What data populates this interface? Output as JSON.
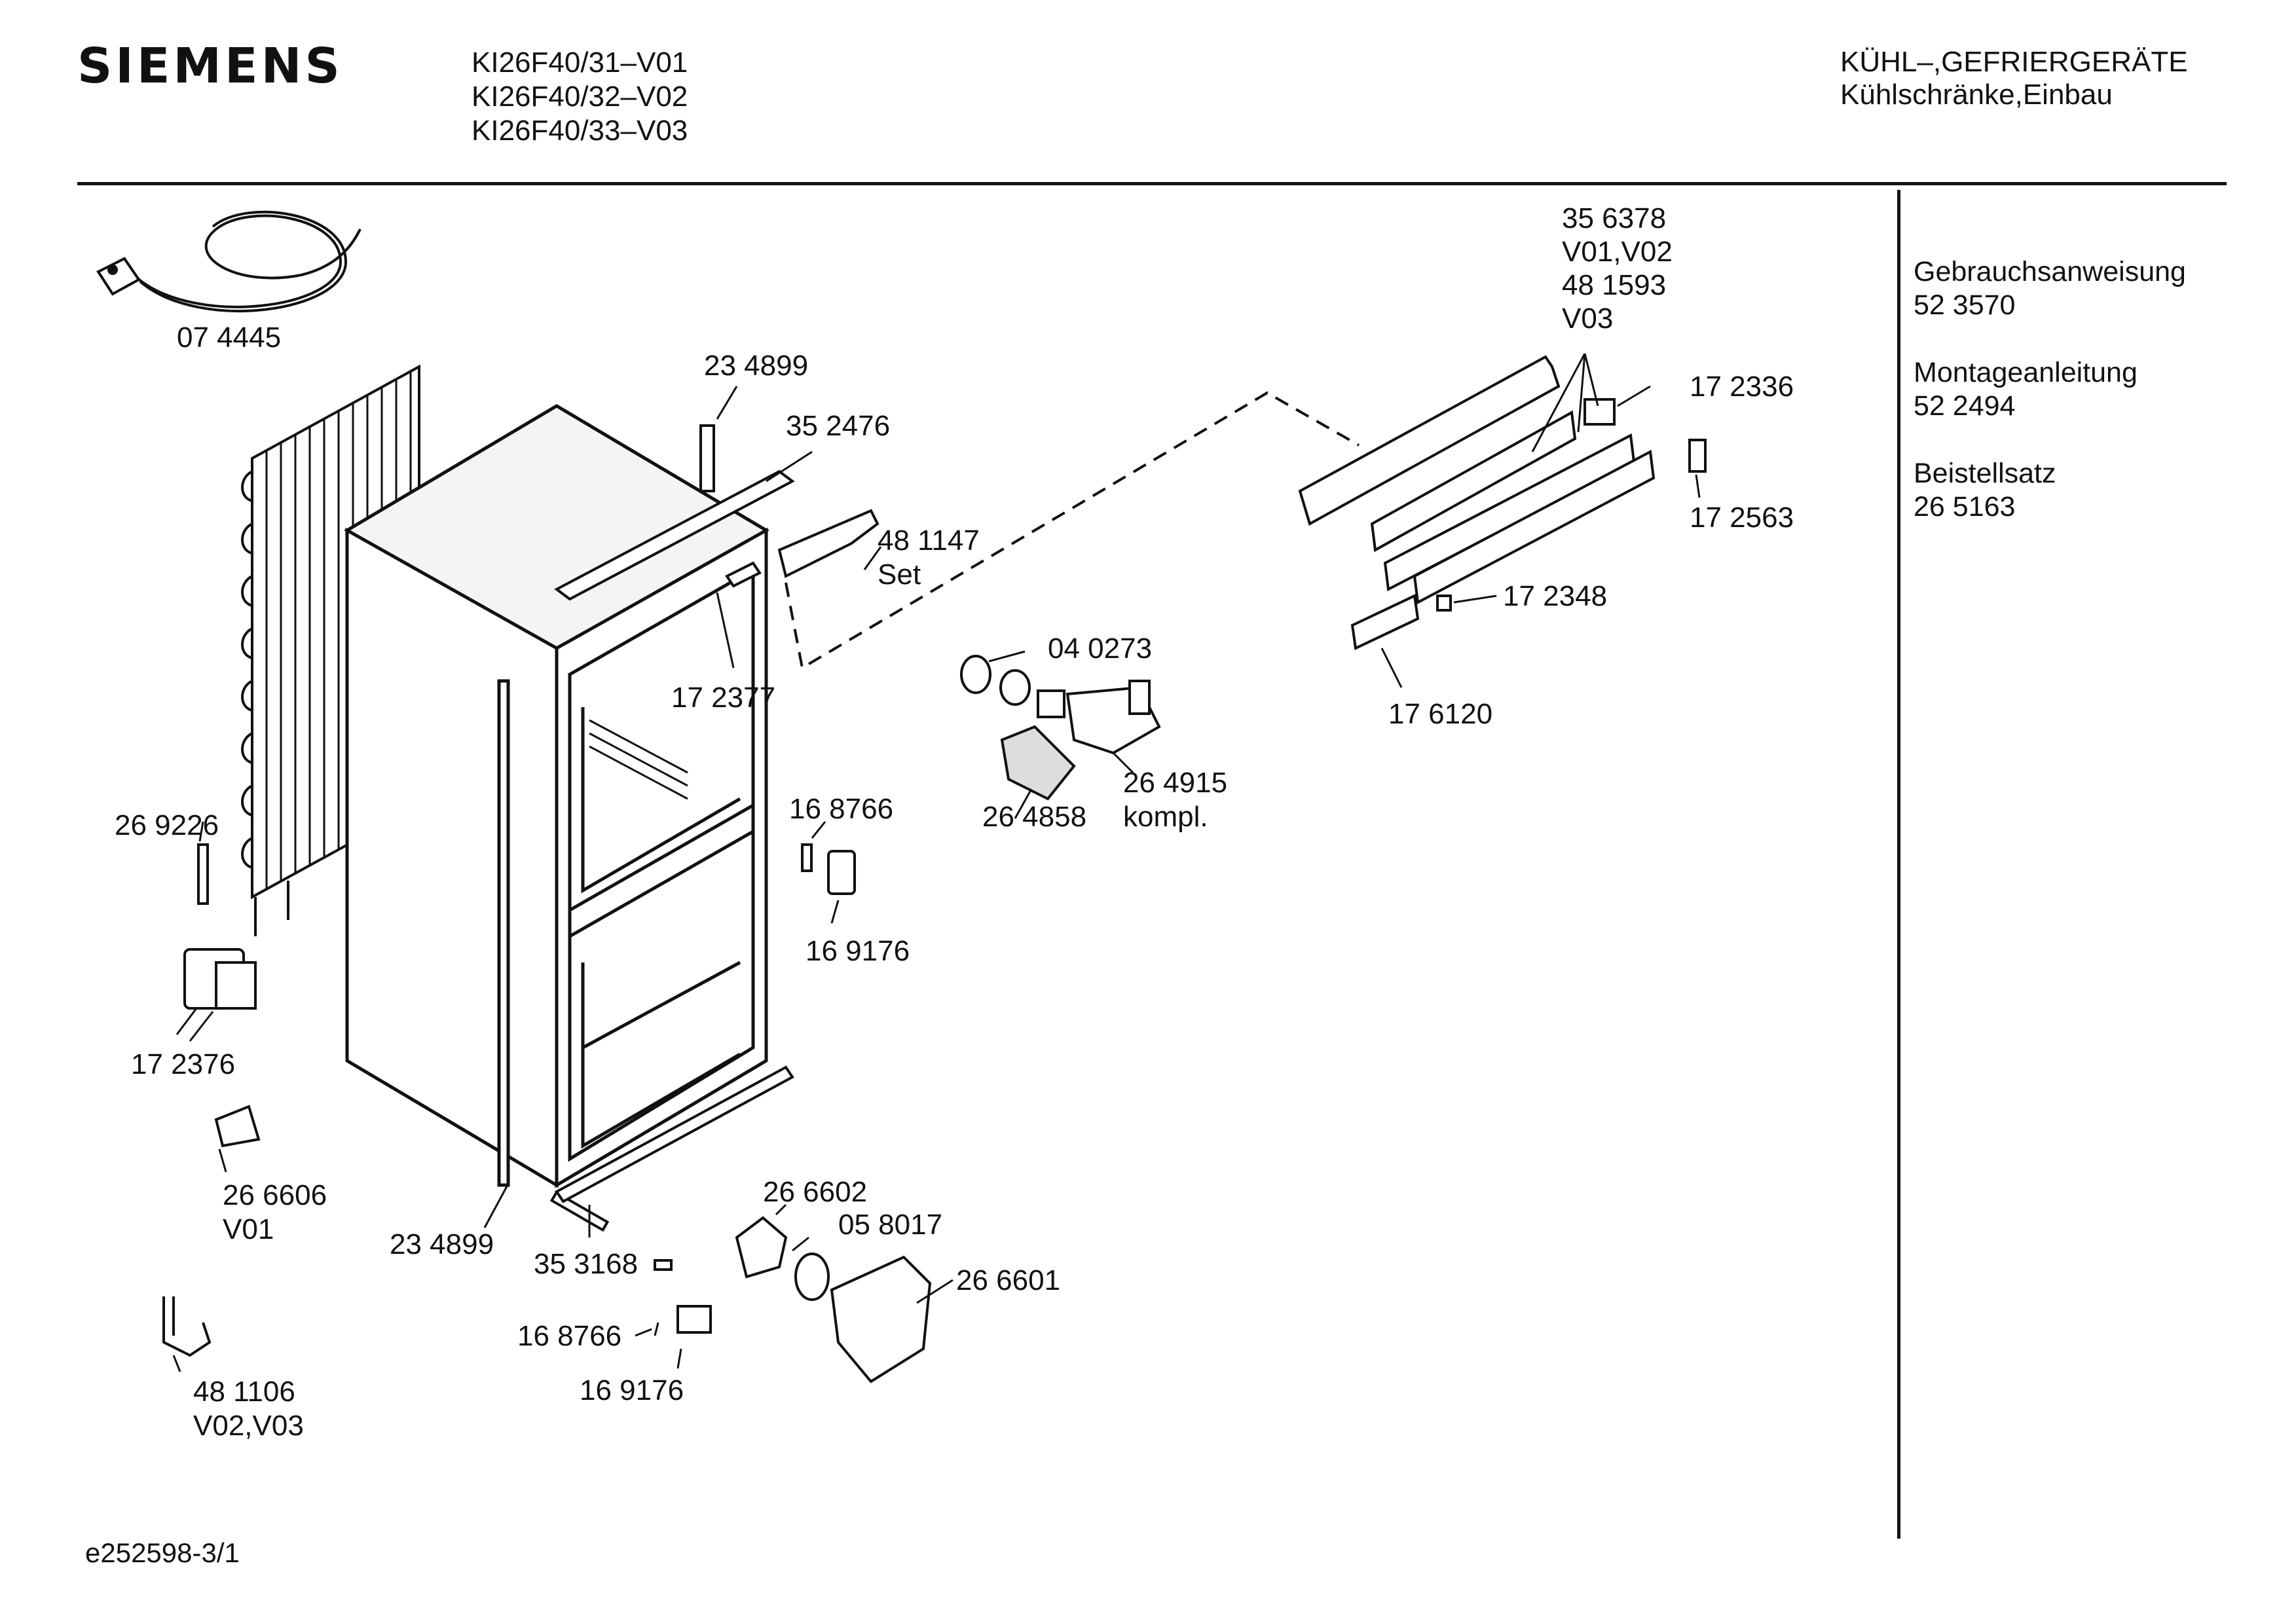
{
  "header": {
    "brand": "SIEMENS",
    "models": [
      "KI26F40/31–V01",
      "KI26F40/32–V02",
      "KI26F40/33–V03"
    ],
    "category": [
      "KÜHL–,GEFRIERGERÄTE",
      "Kühlschränke,Einbau"
    ]
  },
  "sidebar": [
    {
      "label": "Gebrauchsanweisung",
      "number": "52 3570"
    },
    {
      "label": "Montageanleitung",
      "number": "52 2494"
    },
    {
      "label": "Beistellsatz",
      "number": "26 5163"
    }
  ],
  "parts": [
    {
      "id": "p074445",
      "lines": [
        "07 4445"
      ]
    },
    {
      "id": "p234899top",
      "lines": [
        "23 4899"
      ]
    },
    {
      "id": "p352476",
      "lines": [
        "35 2476"
      ]
    },
    {
      "id": "p481147",
      "lines": [
        "48 1147",
        "Set"
      ]
    },
    {
      "id": "p172377",
      "lines": [
        "17 2377"
      ]
    },
    {
      "id": "p356378",
      "lines": [
        "35 6378",
        "V01,V02",
        "48 1593",
        "V03"
      ]
    },
    {
      "id": "p172336",
      "lines": [
        "17 2336"
      ]
    },
    {
      "id": "p172563",
      "lines": [
        "17 2563"
      ]
    },
    {
      "id": "p172348",
      "lines": [
        "17 2348"
      ]
    },
    {
      "id": "p176120",
      "lines": [
        "17 6120"
      ]
    },
    {
      "id": "p040273",
      "lines": [
        "04 0273"
      ]
    },
    {
      "id": "p264915",
      "lines": [
        "26 4915",
        "kompl."
      ]
    },
    {
      "id": "p264858",
      "lines": [
        "26 4858"
      ]
    },
    {
      "id": "p168766a",
      "lines": [
        "16 8766"
      ]
    },
    {
      "id": "p169176a",
      "lines": [
        "16 9176"
      ]
    },
    {
      "id": "p269226",
      "lines": [
        "26 9226"
      ]
    },
    {
      "id": "p172376",
      "lines": [
        "17 2376"
      ]
    },
    {
      "id": "p266606",
      "lines": [
        "26 6606",
        "V01"
      ]
    },
    {
      "id": "p234899bot",
      "lines": [
        "23 4899"
      ]
    },
    {
      "id": "p353168",
      "lines": [
        "35 3168"
      ]
    },
    {
      "id": "p266602",
      "lines": [
        "26 6602"
      ]
    },
    {
      "id": "p058017",
      "lines": [
        "05 8017"
      ]
    },
    {
      "id": "p266601",
      "lines": [
        "26 6601"
      ]
    },
    {
      "id": "p168766b",
      "lines": [
        "16 8766"
      ]
    },
    {
      "id": "p169176b",
      "lines": [
        "16 9176"
      ]
    },
    {
      "id": "p481106",
      "lines": [
        "48 1106",
        "V02,V03"
      ]
    }
  ],
  "footer": {
    "code": "e252598-3/1"
  }
}
